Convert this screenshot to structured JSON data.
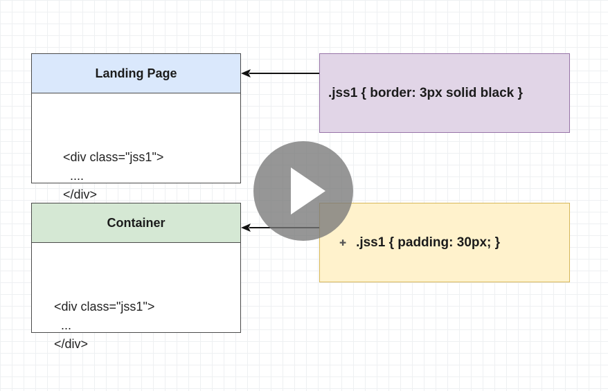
{
  "landing_page": {
    "title": "Landing Page",
    "code_lines": [
      "<div class=\"jss1\">",
      "  ....",
      "</div>"
    ]
  },
  "container": {
    "title": "Container",
    "code_lines": [
      "<div class=\"jss1\">",
      "  ...",
      "</div>"
    ]
  },
  "rules": {
    "border_rule": ".jss1 { border: 3px solid black }",
    "padding_rule": ".jss1 { padding: 30px; }"
  },
  "icons": {
    "move": "move-handle-icon",
    "play": "play-icon"
  },
  "colors": {
    "landing_header": "#dae8fc",
    "container_header": "#d5e8d4",
    "border_rule_fill": "#e1d5e7",
    "padding_rule_fill": "#fff2cc",
    "play_overlay": "#787878"
  }
}
